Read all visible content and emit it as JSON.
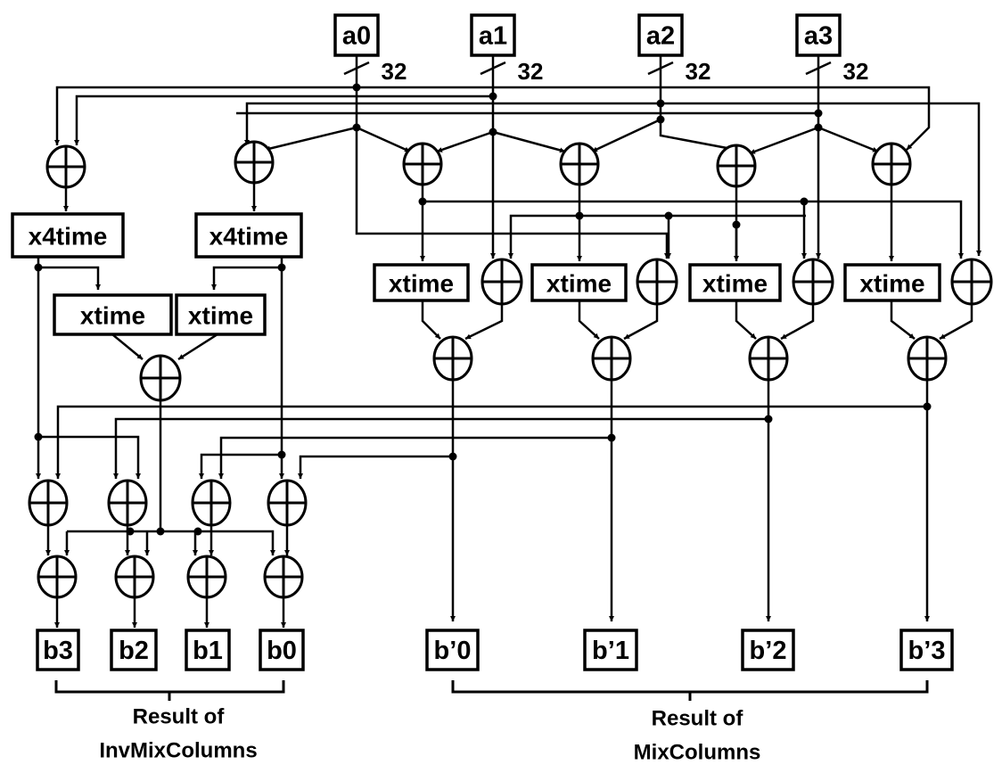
{
  "inputs": [
    "a0",
    "a1",
    "a2",
    "a3"
  ],
  "bus_width": "32",
  "x4time_label": "x4time",
  "xtime_label": "xtime",
  "outputs_inv": [
    "b3",
    "b2",
    "b1",
    "b0"
  ],
  "outputs_mix": [
    "b’0",
    "b’1",
    "b’2",
    "b’3"
  ],
  "caption_inv_line1": "Result of",
  "caption_inv_line2": "InvMixColumns",
  "caption_mix_line1": "Result of",
  "caption_mix_line2": "MixColumns"
}
